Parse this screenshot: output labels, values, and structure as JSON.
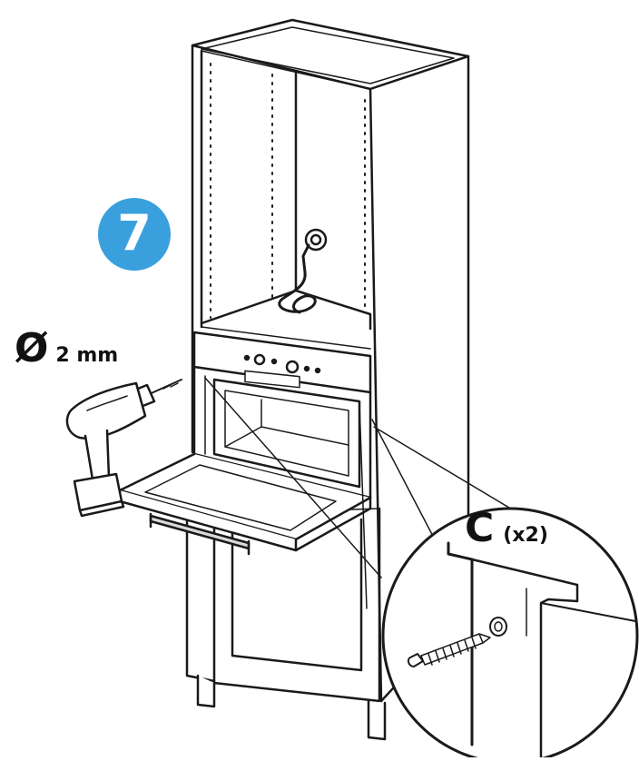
{
  "step": {
    "number": "7",
    "badge_color": "#3aa0dd"
  },
  "drill": {
    "symbol": "Ø",
    "size": "2 mm",
    "icon": "drill-icon"
  },
  "part": {
    "letter": "C",
    "quantity": "(x2)",
    "icon": "screw-icon"
  },
  "illustration": {
    "cabinet": "tall-cabinet-icon",
    "appliance": "built-in-oven-icon",
    "cable": "power-cable-icon",
    "detail": "magnified-detail-circle"
  },
  "colors": {
    "line": "#1a1a1a",
    "background": "#ffffff",
    "shade": "#d9d9d9"
  }
}
